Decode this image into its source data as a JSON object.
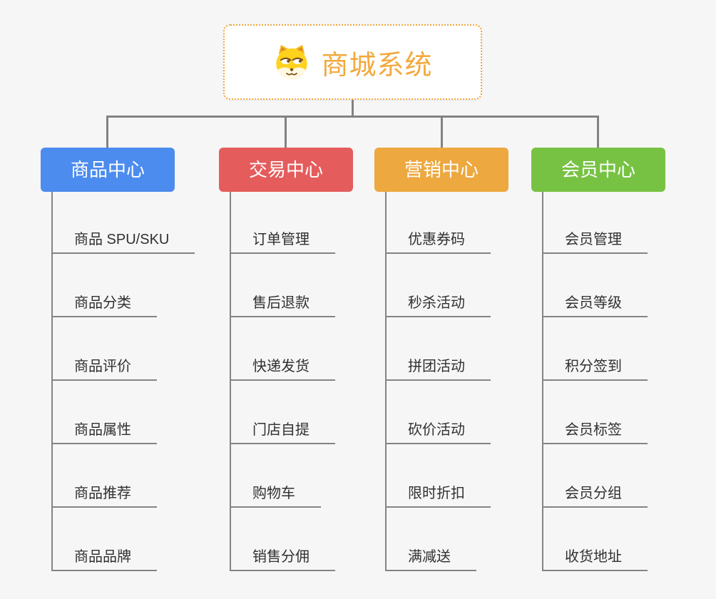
{
  "canvas": {
    "background": "#F6F6F6",
    "connector_color": "#828282"
  },
  "root": {
    "label": "商城系统",
    "icon": "dog-face-icon",
    "text_color": "#F2A93F",
    "border_color": "#F0A63E"
  },
  "branches": [
    {
      "title": "商品中心",
      "color": "#4C8CEE",
      "children": [
        "商品 SPU/SKU",
        "商品分类",
        "商品评价",
        "商品属性",
        "商品推荐",
        "商品品牌"
      ]
    },
    {
      "title": "交易中心",
      "color": "#E55C5C",
      "children": [
        "订单管理",
        "售后退款",
        "快递发货",
        "门店自提",
        "购物车",
        "销售分佣"
      ]
    },
    {
      "title": "营销中心",
      "color": "#EDA83F",
      "children": [
        "优惠券码",
        "秒杀活动",
        "拼团活动",
        "砍价活动",
        "限时折扣",
        "满减送"
      ]
    },
    {
      "title": "会员中心",
      "color": "#77C243",
      "children": [
        "会员管理",
        "会员等级",
        "积分签到",
        "会员标签",
        "会员分组",
        "收货地址"
      ]
    }
  ]
}
